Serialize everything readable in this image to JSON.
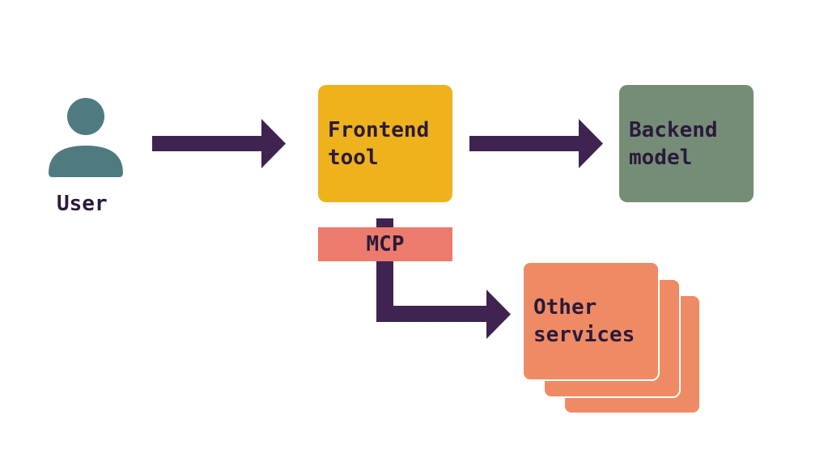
{
  "colors": {
    "arrow": "#3f2350",
    "text": "#2b1a3b",
    "user_icon": "#4f7b80",
    "frontend": "#eeb21d",
    "backend": "#758d77",
    "mcp": "#ed7b6d",
    "services": "#ef8b64"
  },
  "nodes": {
    "user": {
      "label": "User"
    },
    "frontend": {
      "label": "Frontend\ntool"
    },
    "backend": {
      "label": "Backend\nmodel"
    },
    "mcp": {
      "label": "MCP"
    },
    "services": {
      "label": "Other\nservices"
    }
  },
  "edges": [
    {
      "from": "user",
      "to": "frontend"
    },
    {
      "from": "frontend",
      "to": "backend"
    },
    {
      "from": "frontend",
      "to": "services",
      "via": "mcp"
    }
  ]
}
